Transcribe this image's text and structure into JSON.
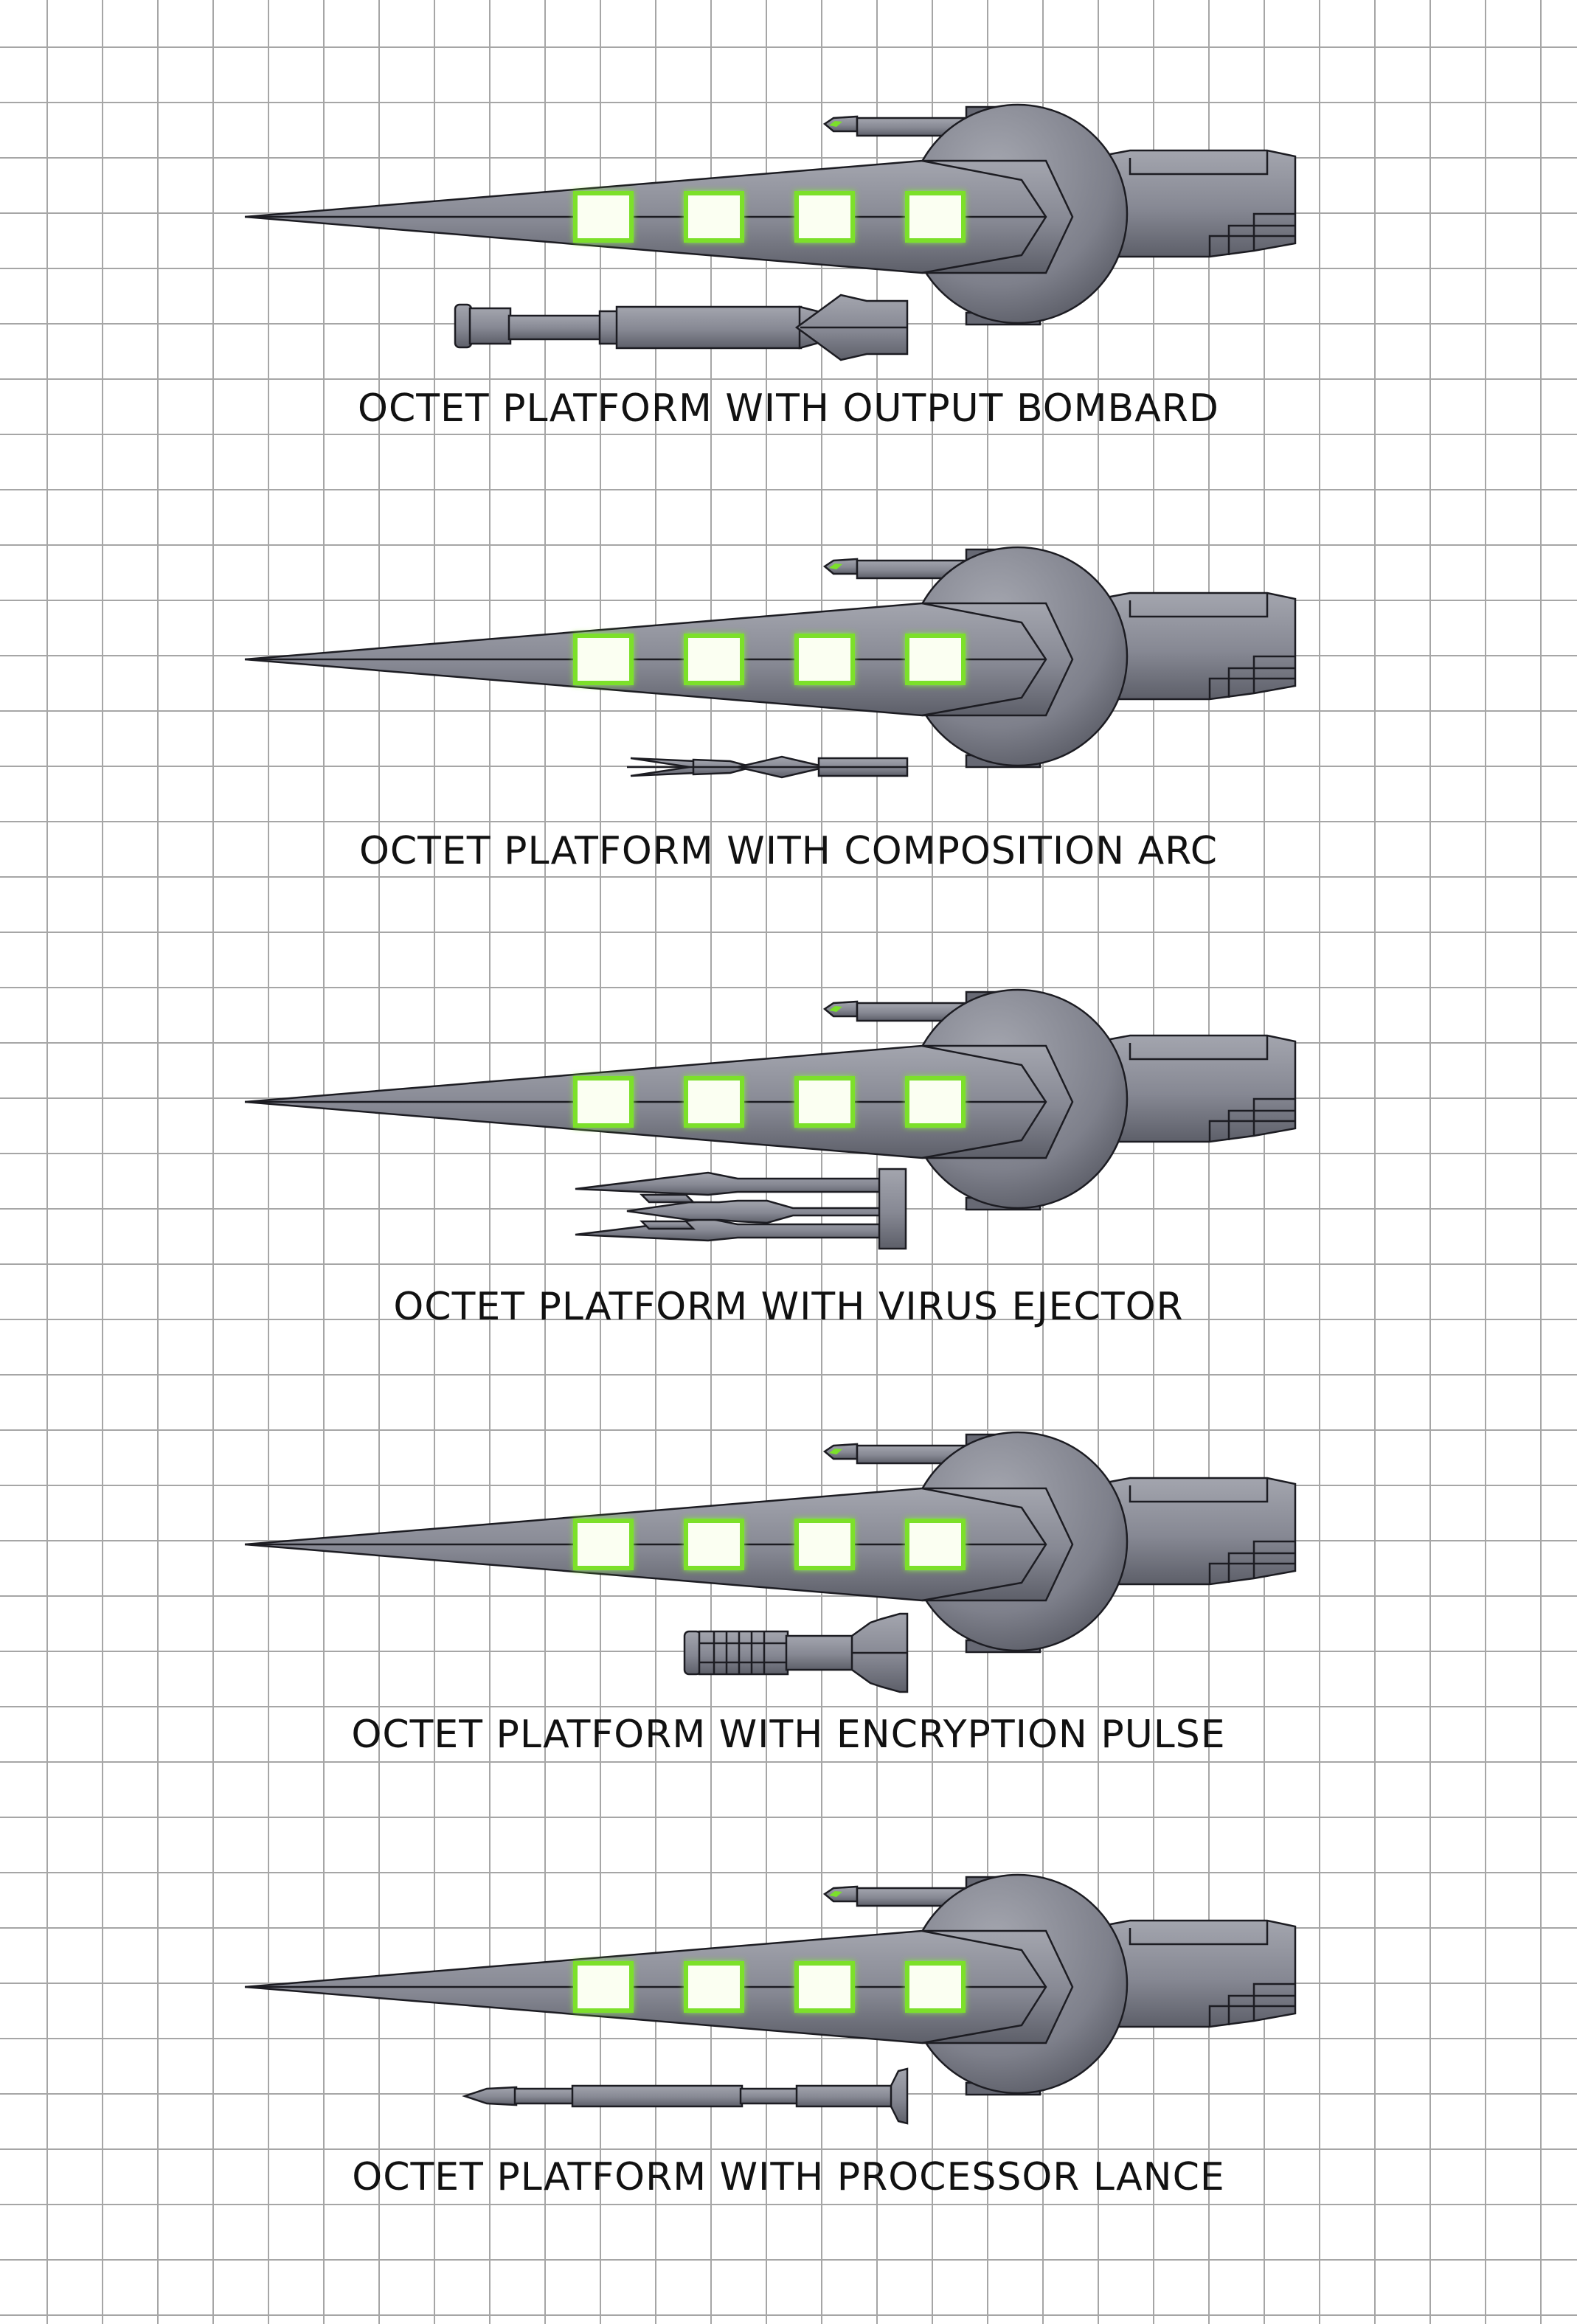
{
  "colors": {
    "hull": "#8a8c96",
    "hull_dark": "#676974",
    "outline": "#1c1c22",
    "window_glow": "#7be02a",
    "window_fill": "#fbfff2",
    "grid": "#a6a6a6"
  },
  "variants": [
    {
      "caption": "OCTET PLATFORM WITH OUTPUT BOMBARD",
      "weapon": "output-bombard"
    },
    {
      "caption": "OCTET PLATFORM WITH COMPOSITION ARC",
      "weapon": "composition-arc"
    },
    {
      "caption": "OCTET PLATFORM WITH VIRUS EJECTOR",
      "weapon": "virus-ejector"
    },
    {
      "caption": "OCTET PLATFORM WITH ENCRYPTION PULSE",
      "weapon": "encryption-pulse"
    },
    {
      "caption": "OCTET PLATFORM WITH PROCESSOR LANCE",
      "weapon": "processor-lance"
    }
  ]
}
